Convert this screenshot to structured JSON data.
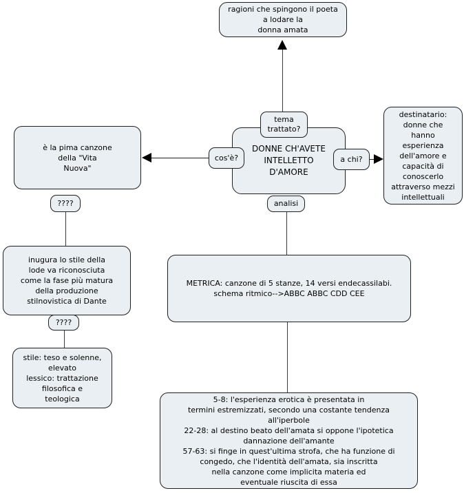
{
  "diagram_title": "Mappa concettuale: Donne ch'avete intelletto d'amore",
  "colors": {
    "node_fill": "#e9eff2",
    "node_border": "#1f1f1f",
    "connector": "#3a3a3a",
    "background": "#ffffff",
    "text": "#000000"
  },
  "nodes": {
    "reasons": {
      "text": "ragioni che spingono il poeta\na lodare la\ndonna amata"
    },
    "main": {
      "text": "DONNE CH'AVETE\nINTELLETTO\nD'AMORE"
    },
    "first_canzone": {
      "text": "è la pima canzone\ndella \"Vita\nNuova\""
    },
    "recipient": {
      "text": "destinatario:\ndonne che\nhanno\nesperienza\ndell'amore e\ncapacità di\nconoscerlo\nattraverso mezzi\nintellettuali"
    },
    "praise_style": {
      "text": "inugura lo stile della\nlode va riconosciuta\ncome la fase più matura\ndella produzione\nstilnovistica di Dante"
    },
    "style_lexicon": {
      "text": "stile: teso e solenne,\nelevato\nlessico: trattazione\nfilosofica e\nteologica"
    },
    "metrics": {
      "text": "METRICA: canzone di 5 stanze, 14 versi endecassilabi.\nschema ritmico-->ABBC ABBC CDD CEE"
    },
    "analysis_detail": {
      "text": "5-8: l'esperienza erotica è presentata in\ntermini estremizzati, secondo una costante tendenza\nall'iperbole\n22-28: al destino beato dell'amata si oppone l'ipotetica\ndannazione dell'amante\n57-63: si finge in quest'ultima strofa, che ha funzione di\ncongedo, che l'identità dell'amata, sia inscritta\nnella canzone come implicita materia ed\neventuale riuscita di essa"
    }
  },
  "labels": {
    "tema_trattato": "tema\ntrattato?",
    "cose": "cos'è?",
    "a_chi": "a chi?",
    "analisi": "analisi",
    "question_1": "????",
    "question_2": "????"
  }
}
